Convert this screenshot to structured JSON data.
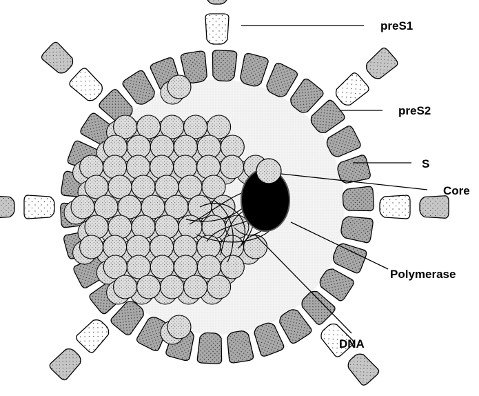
{
  "labels": {
    "preS1": "preS1",
    "preS2": "preS2",
    "S": "S",
    "core": "Core",
    "polymerase": "Polymerase",
    "dna": "DNA"
  },
  "colors": {
    "envelope_fill": "#a8a8a8",
    "pres1_fill": "#c4c4c4",
    "pres2_fill": "#ffffff",
    "core_fill": "#dcdcdc",
    "interior_fill": "#f2f2f2",
    "polymerase_fill": "#000000",
    "outline": "#000000"
  }
}
